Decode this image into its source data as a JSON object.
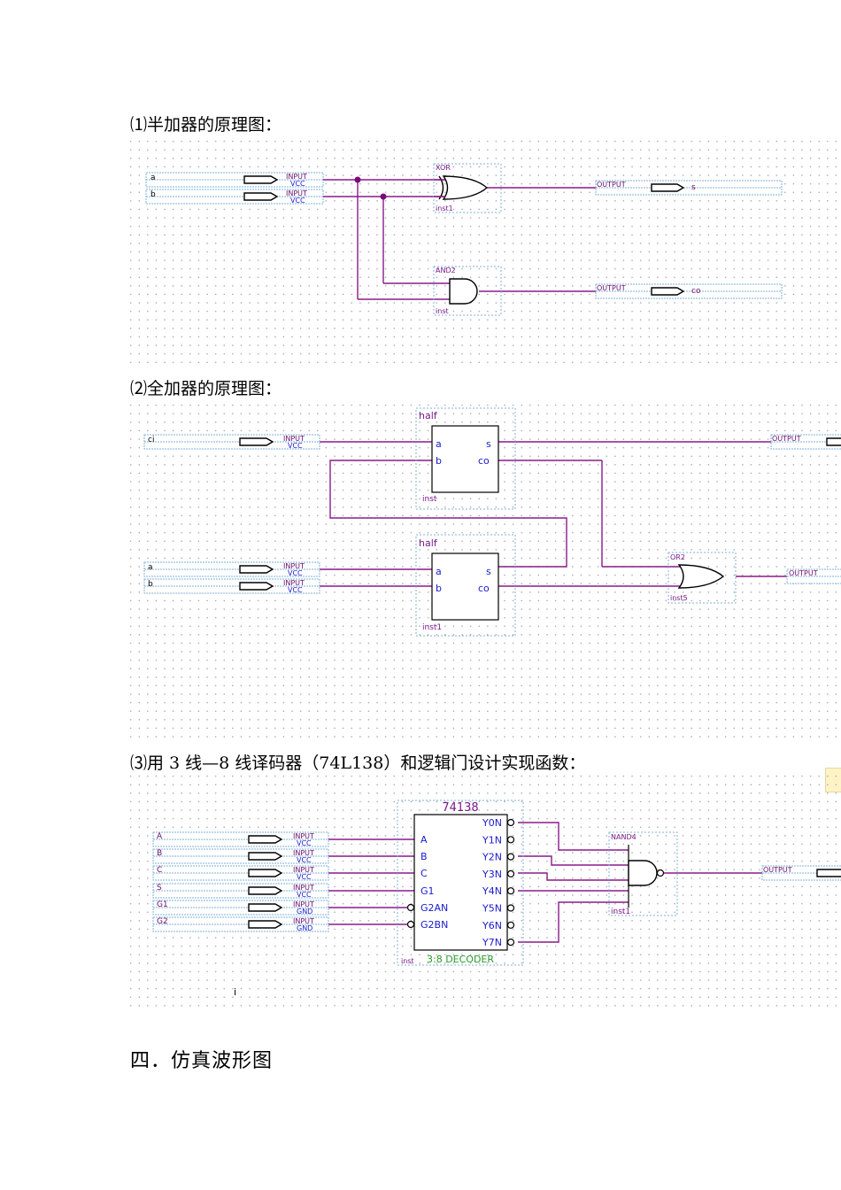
{
  "headings": {
    "h1": "⑴半加器的原理图：",
    "h2": "⑵全加器的原理图：",
    "h3": "⑶用 3 线—8 线译码器（74L138）和逻辑门设计实现函数：",
    "section4": "四．仿真波形图"
  },
  "colors": {
    "grid_dot": "#9a9aa6",
    "wire": "#8a1a8a",
    "io_box": "#7fb0d8",
    "input_label": "#6a0a6a",
    "vcc_label": "#1a1acc",
    "output_label": "#6a0a6a",
    "symbol_title": "#7a1a8a",
    "decoder_title": "#2a9a2a",
    "junction": "#7a0a7a"
  },
  "half_adder": {
    "inputs": [
      {
        "name": "a",
        "tag": "INPUT",
        "sub": "VCC"
      },
      {
        "name": "b",
        "tag": "INPUT",
        "sub": "VCC"
      }
    ],
    "xor_gate": {
      "type": "XOR",
      "inst": "inst1"
    },
    "and_gate": {
      "type": "AND2",
      "inst": "inst"
    },
    "outputs": [
      {
        "name": "s",
        "tag": "OUTPUT"
      },
      {
        "name": "co",
        "tag": "OUTPUT"
      }
    ]
  },
  "full_adder": {
    "inputs": [
      {
        "name": "ci",
        "tag": "INPUT",
        "sub": "VCC"
      },
      {
        "name": "a",
        "tag": "INPUT",
        "sub": "VCC"
      },
      {
        "name": "b",
        "tag": "INPUT",
        "sub": "VCC"
      }
    ],
    "block_top": {
      "title": "half",
      "pin_a": "a",
      "pin_b": "b",
      "pin_s": "s",
      "pin_co": "co",
      "inst": "inst"
    },
    "block_bottom": {
      "title": "half",
      "pin_a": "a",
      "pin_b": "b",
      "pin_s": "s",
      "pin_co": "co",
      "inst": "inst1"
    },
    "or_gate": {
      "type": "OR2",
      "inst": "inst5"
    },
    "outputs": [
      {
        "tag": "OUTPUT"
      },
      {
        "tag": "OUTPUT"
      }
    ]
  },
  "decoder_circuit": {
    "inputs": [
      {
        "name": "A",
        "tag": "INPUT",
        "sub": "VCC"
      },
      {
        "name": "B",
        "tag": "INPUT",
        "sub": "VCC"
      },
      {
        "name": "C",
        "tag": "INPUT",
        "sub": "VCC"
      },
      {
        "name": "S",
        "tag": "INPUT",
        "sub": "VCC"
      },
      {
        "name": "G1",
        "tag": "INPUT",
        "sub": "GND"
      },
      {
        "name": "G2",
        "tag": "INPUT",
        "sub": "GND"
      }
    ],
    "decoder": {
      "title": "74138",
      "inst": "inst",
      "subtitle": "3:8 DECODER",
      "left_pins": [
        "A",
        "B",
        "C",
        "G1",
        "G2AN",
        "G2BN"
      ],
      "right_pins": [
        "Y0N",
        "Y1N",
        "Y2N",
        "Y3N",
        "Y4N",
        "Y5N",
        "Y6N",
        "Y7N"
      ]
    },
    "nand_gate": {
      "type": "NAND4",
      "inst": "inst1"
    },
    "output": {
      "tag": "OUTPUT"
    },
    "stray_mark": "i"
  }
}
